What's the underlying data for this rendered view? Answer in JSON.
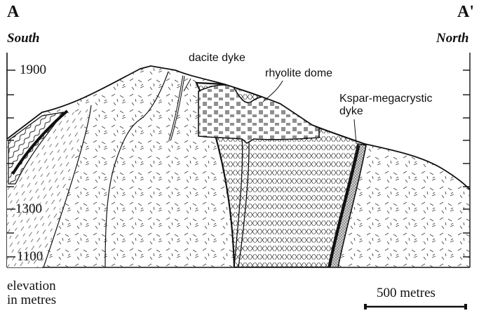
{
  "section": {
    "left_point": "A",
    "right_point": "A'",
    "left_direction": "South",
    "right_direction": "North"
  },
  "elevation_ticks": [
    "1900",
    "1300",
    "1100"
  ],
  "annotations": {
    "dacite_dyke": "dacite dyke",
    "rhyolite_dome": "rhyolite dome",
    "kspar_dyke_line1": "Kspar-megacrystic",
    "kspar_dyke_line2": "dyke"
  },
  "axis_caption": {
    "line1": "elevation",
    "line2": "in metres"
  },
  "scale_bar": {
    "label": "500 metres"
  }
}
